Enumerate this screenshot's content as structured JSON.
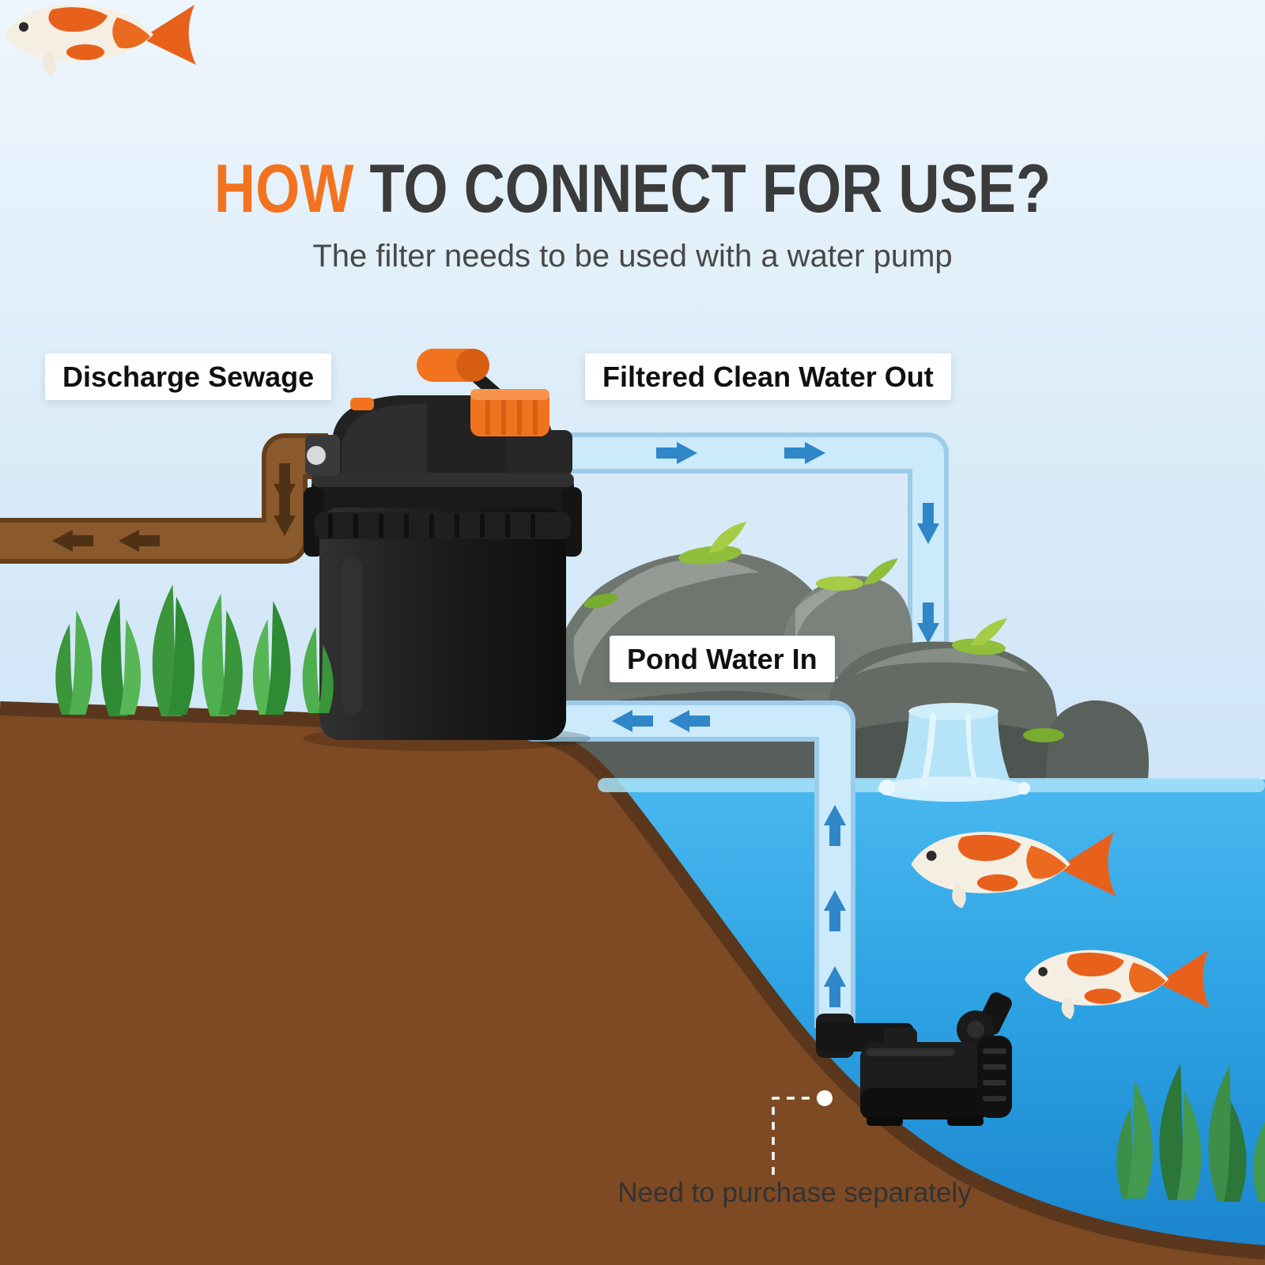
{
  "title": {
    "highlight": "HOW",
    "rest": " TO CONNECT FOR USE?"
  },
  "subtitle": "The filter needs to be used with a water pump",
  "labels": {
    "discharge_sewage": "Discharge Sewage",
    "filtered_clean_water_out": "Filtered Clean Water Out",
    "pond_water_in": "Pond Water In"
  },
  "callout": {
    "note": "Need to purchase separately"
  },
  "colors": {
    "accent_orange": "#f2731f",
    "title_dark": "#3b3b3b",
    "pipe_water_fill": "#cbeafb",
    "pipe_water_edge": "#9cccea",
    "arrow_blue": "#2f86c8",
    "pipe_sewage_fill": "#8a592c",
    "pipe_sewage_edge": "#66401c",
    "arrow_brown": "#4f3115",
    "pond_water_top": "#4ab8ef",
    "pond_water_deep": "#1a83cc",
    "ground_brown": "#7d4a24",
    "ground_edge": "#5a371c",
    "grass_green": "#3a953b",
    "rock_gray": "#6f766f",
    "moss_green": "#8fbe3a"
  }
}
